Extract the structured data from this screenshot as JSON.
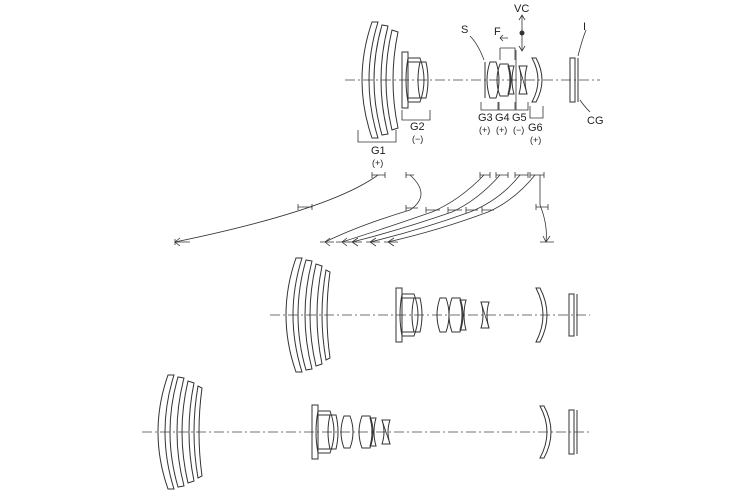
{
  "labels": {
    "s": "S",
    "f": "F",
    "vc": "VC",
    "i": "I",
    "cg": "CG",
    "g1": "G1",
    "g1_sign": "(+)",
    "g2": "G2",
    "g2_sign": "(−)",
    "g3": "G3",
    "g3_sign": "(+)",
    "g4": "G4",
    "g4_sign": "(+)",
    "g5": "G5",
    "g5_sign": "(−)",
    "g6": "G6",
    "g6_sign": "(+)"
  },
  "colors": {
    "line": "#333333",
    "background": "#ffffff"
  }
}
